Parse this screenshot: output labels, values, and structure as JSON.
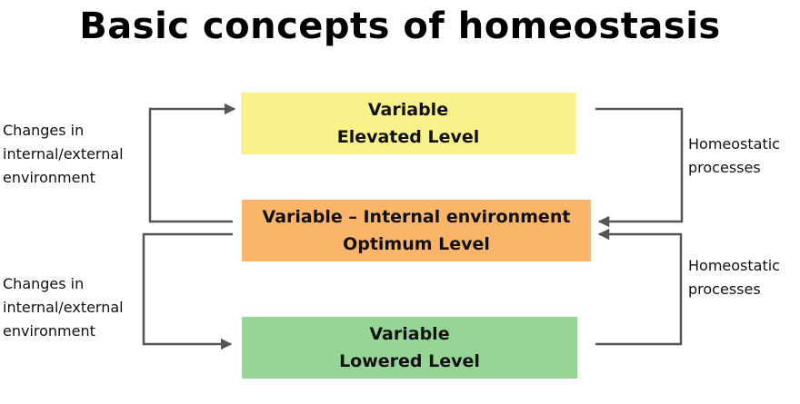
{
  "title": "Basic concepts of homeostasis",
  "boxes": {
    "elevated": {
      "line1": "Variable",
      "line2": "Elevated Level",
      "color": "#f9f18a"
    },
    "optimum": {
      "line1": "Variable – Internal environment",
      "line2": "Optimum Level",
      "color": "#fbb56b"
    },
    "lowered": {
      "line1": "Variable",
      "line2": "Lowered Level",
      "color": "#96d596"
    }
  },
  "left_labels": {
    "top": [
      "Changes in",
      "internal/external",
      "environment"
    ],
    "bottom": [
      "Changes in",
      "internal/external",
      "environment"
    ]
  },
  "right_labels": {
    "top": [
      "Homeostatic",
      "processes"
    ],
    "bottom": [
      "Homeostatic",
      "processes"
    ]
  },
  "arrow_color": "#555555"
}
